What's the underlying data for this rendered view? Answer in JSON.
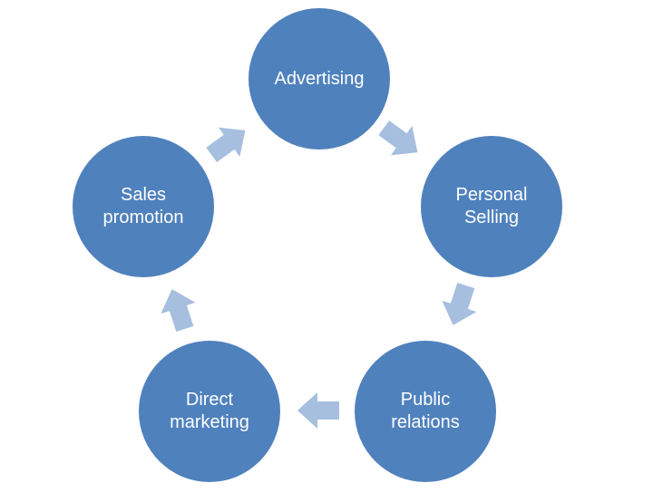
{
  "diagram": {
    "nodes": [
      {
        "id": "advertising",
        "label": "Advertising"
      },
      {
        "id": "personal-selling",
        "label": "Personal\nSelling"
      },
      {
        "id": "public-relations",
        "label": "Public\nrelations"
      },
      {
        "id": "direct-marketing",
        "label": "Direct\nmarketing"
      },
      {
        "id": "sales-promotion",
        "label": "Sales\npromotion"
      }
    ],
    "flow": [
      "advertising",
      "personal-selling",
      "public-relations",
      "direct-marketing",
      "sales-promotion",
      "advertising"
    ],
    "colors": {
      "node_fill": "#4f81bd",
      "node_text": "#ffffff",
      "arrow_fill": "#a7bfde"
    }
  }
}
